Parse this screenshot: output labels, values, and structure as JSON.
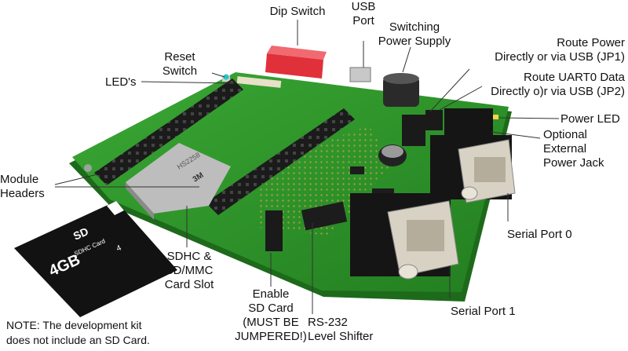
{
  "labels": {
    "dip_switch": "Dip Switch",
    "usb_port": [
      "USB",
      "Port"
    ],
    "switching_power_supply": [
      "Switching",
      "Power Supply"
    ],
    "route_power": [
      "Route Power",
      "Directly or via USB (JP1)"
    ],
    "route_uart": [
      "Route UART0 Data",
      "Directly o)r via USB (JP2)"
    ],
    "power_led": "Power LED",
    "optional_jack": [
      "Optional",
      "External",
      "Power Jack"
    ],
    "serial_port_0": "Serial Port 0",
    "serial_port_1": "Serial Port 1",
    "rs232": [
      "RS-232",
      "Level Shifter"
    ],
    "enable_sd": [
      "Enable",
      "SD Card",
      "(MUST BE",
      "JUMPERED!)"
    ],
    "sdhc_slot": [
      "SDHC &",
      "SD/MMC",
      "Card Slot"
    ],
    "module_headers": [
      "Module",
      "Headers"
    ],
    "leds": "LED's",
    "reset_switch": [
      "Reset",
      "Switch"
    ]
  },
  "sd_card": {
    "capacity": "4GB",
    "logo": "SD",
    "type": "SDHC Card",
    "speed_class": "4"
  },
  "board": {
    "chip_marking": "3M",
    "sd_slot_marking": "HS2258"
  },
  "note": [
    "NOTE: The development kit",
    "does not include an SD Card."
  ],
  "colors": {
    "pcb": "#2e9a2a",
    "header": "#1a1a1a",
    "connector": "#d8d2c4",
    "dip": "#e0303a"
  }
}
